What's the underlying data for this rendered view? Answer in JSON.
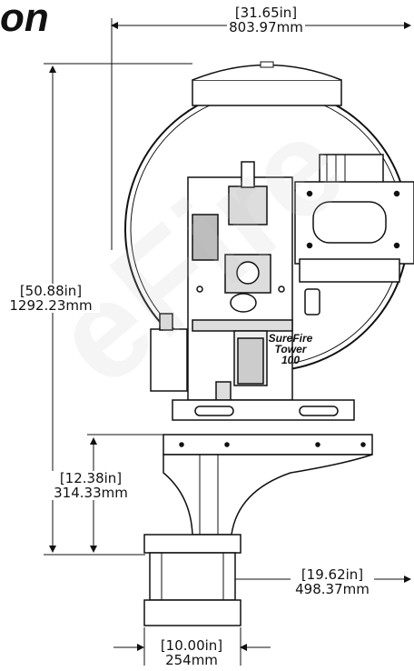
{
  "header": {
    "title_fragment": "on"
  },
  "watermark": {
    "text": "eFire"
  },
  "dimensions": {
    "width": {
      "in": "[31.65in]",
      "mm": "803.97mm"
    },
    "height": {
      "in": "[50.88in]",
      "mm": "1292.23mm"
    },
    "base_height": {
      "in": "[12.38in]",
      "mm": "314.33mm"
    },
    "base_depth": {
      "in": "[19.62in]",
      "mm": "498.37mm"
    },
    "foot_width": {
      "in": "[10.00in]",
      "mm": "254mm"
    }
  },
  "labels": {
    "brand": "SureFire",
    "model": "Tower",
    "model_number": "100"
  }
}
